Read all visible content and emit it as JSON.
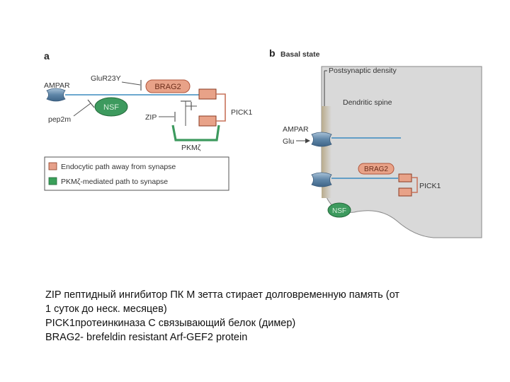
{
  "panel_a": {
    "panel_label": "a",
    "ampar_label": "AMPAR",
    "glur_label": "GluR23Y",
    "brag2_label": "BRAG2",
    "nsf_label": "NSF",
    "pep2m_label": "pep2m",
    "zip_label": "ZIP",
    "pick1_label": "PICK1",
    "pkm_label": "PKMζ",
    "legend": [
      {
        "text": "Endocytic path away from synapse",
        "color": "#e6a08a"
      },
      {
        "text": "PKMζ-mediated path to synapse",
        "color": "#3aa05a"
      }
    ]
  },
  "panel_b": {
    "panel_label": "b",
    "title": "Basal state",
    "psd_label": "Postsynaptic density",
    "spine_label": "Dendritic spine",
    "ampar_label": "AMPAR",
    "glu_label": "Glu",
    "brag2_label": "BRAG2",
    "pick1_label": "PICK1",
    "nsf_label": "NSF"
  },
  "caption": {
    "line1": "ZIP пептидный ингибитор ПК М зетта стирает долговременную память (от",
    "line2": "1 суток до неск. месяцев)",
    "line3": "PICK1протеинкиназа С  связывающий белок (димер)",
    "line4": "BRAG2- brefeldin resistant Arf-GEF2 protein"
  },
  "colors": {
    "salmon": "#e8a288",
    "salmon_stroke": "#b0553b",
    "green": "#3d9a5e",
    "blue_line": "#3b8bbf",
    "receptor": "#6c8fb0",
    "spine_fill": "#d9d9d9"
  }
}
